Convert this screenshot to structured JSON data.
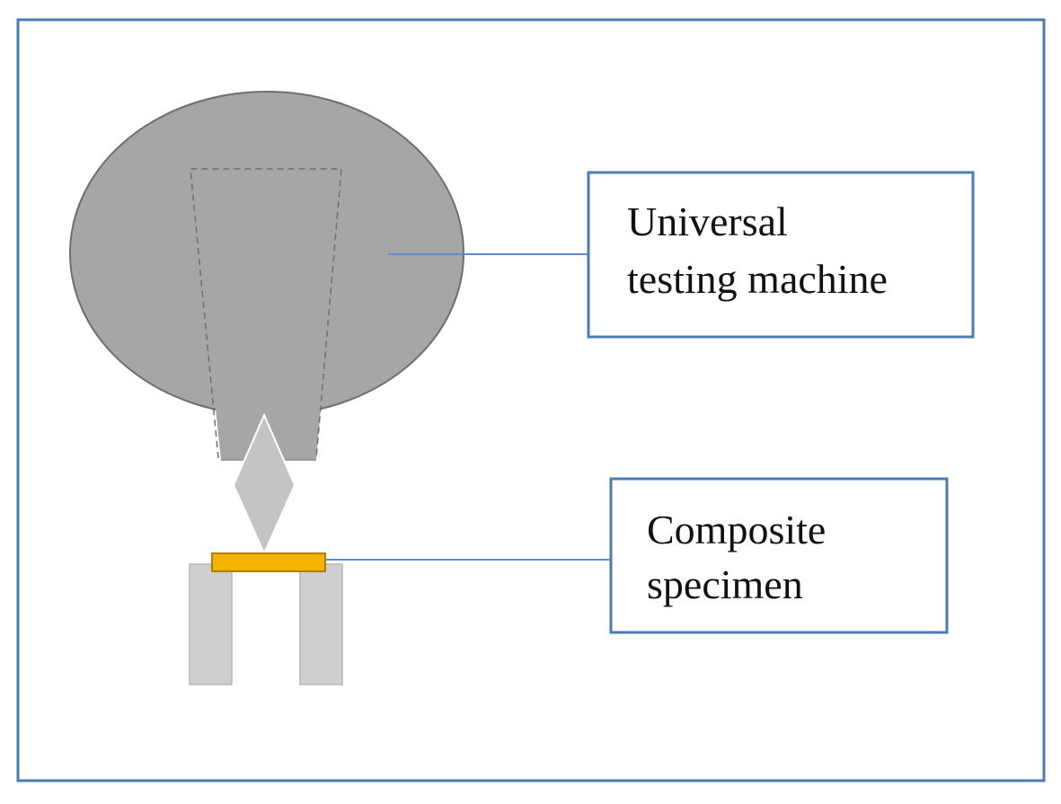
{
  "labels": {
    "machine": {
      "line1": "Universal",
      "line2": "testing machine"
    },
    "specimen": {
      "line1": "Composite",
      "line2": "specimen"
    }
  },
  "colors": {
    "frame": "#4a7db3",
    "machine_body": "#a6a6a6",
    "machine_outline": "#6e6e6e",
    "indenter": "#c4c4c4",
    "support": "#cfcfcf",
    "specimen": "#f2b400",
    "specimen_outline": "#b07f00",
    "leader_line": "#5b8fc4"
  }
}
